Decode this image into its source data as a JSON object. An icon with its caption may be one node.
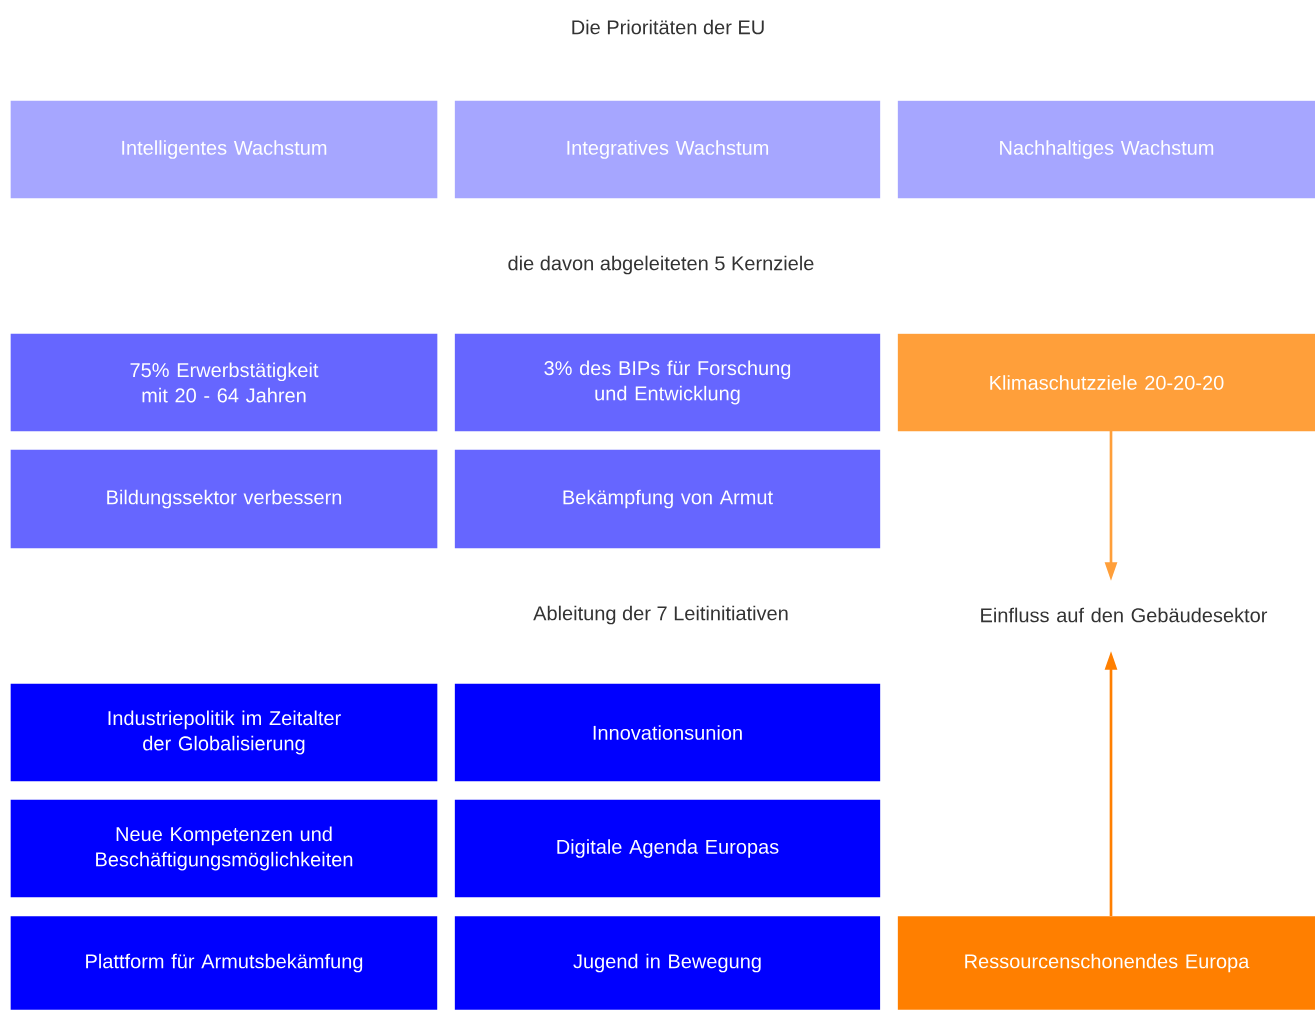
{
  "diagram": {
    "title": "Die Prioritäten der EU",
    "nodes": [
      {
        "text": [
          "Intelligentes Wachstum"
        ]
      },
      {
        "text": [
          "Integratives Wachstum"
        ]
      },
      {
        "text": [
          "Nachhaltiges Wachstum"
        ]
      },
      {
        "text": [
          "75% Erwerbstätigkeit mit 20 - 64 Jahren"
        ]
      },
      {
        "text": [
          "3% des BIPs für Forschung und Entwicklung"
        ]
      },
      {
        "text": [
          "Klimaschutzziele 20-20-20"
        ]
      },
      {
        "text": [
          "Bildungssektor verbessern"
        ]
      },
      {
        "text": [
          "Bekämpfung von Armut"
        ]
      },
      {
        "text": [
          "Einfluss auf den Gebäudesektor"
        ]
      },
      {
        "text": [
          "Industriepolitik im Zeitalter der Globalisierung"
        ]
      },
      {
        "text": [
          "Innovationsunion"
        ]
      },
      {
        "text": [
          "Neue Kompetenzen und Beschäftigungsmöglichkeiten"
        ]
      },
      {
        "text": [
          "Digitale Agenda Europas"
        ]
      },
      {
        "text": [
          "Plattform für Armutsbekämfung"
        ]
      },
      {
        "text": [
          "Jugend in Bewegung"
        ]
      },
      {
        "text": [
          "Ressourcenschonendes Europa"
        ]
      }
    ],
    "edges": [
      {
        "from": 5,
        "to": 8,
        "arrow": "to",
        "color": "#ff9f3a"
      },
      {
        "from": 15,
        "to": 8,
        "arrow": "to",
        "color": "#ff7f00"
      }
    ],
    "labels": [
      "die davon abgeleiteten 5 Kernziele",
      "Ableitung der 7 Leitinitiativen"
    ]
  }
}
